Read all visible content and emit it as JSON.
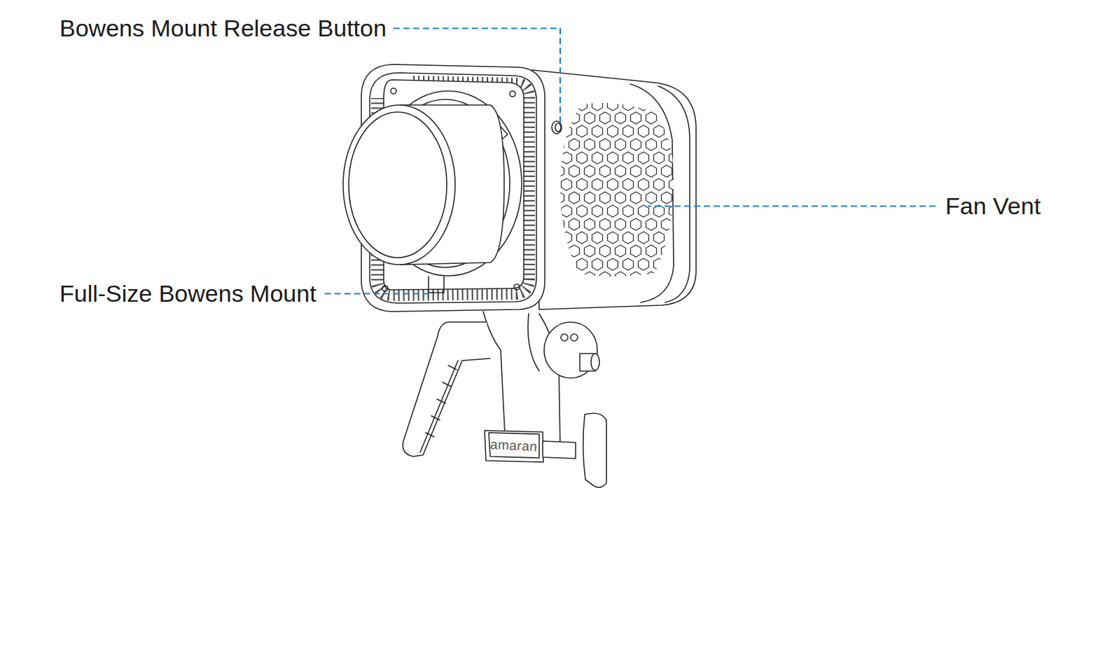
{
  "diagram": {
    "labels": [
      "Bowens Mount Release Button",
      "Fan Vent",
      "Full-Size Bowens Mount",
      "amaran"
    ]
  }
}
